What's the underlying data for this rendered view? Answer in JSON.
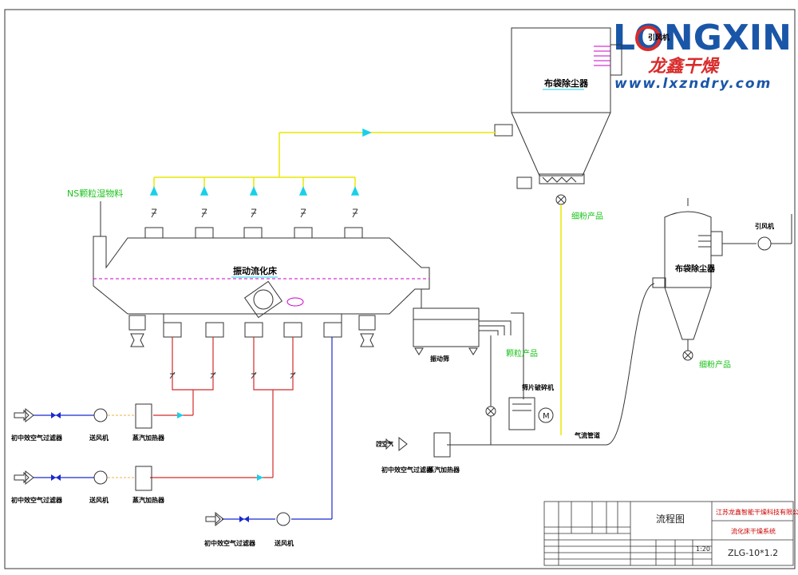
{
  "logo": {
    "brand": "LONGXIN",
    "cn": "龙鑫干燥",
    "url": "www.lxzndry.com",
    "color_blue": "#1a56a8",
    "color_red": "#d92b2b"
  },
  "labels": {
    "bag_filter_top": "布袋除尘器",
    "bag_filter_right": "布袋除尘器",
    "fan_top": "引风机",
    "fan_right": "引风机",
    "feed": "NS颗粒湿物料",
    "fluid_bed": "振动流化床",
    "vib_screen": "振动筛",
    "granule_product": "颗粒产品",
    "crusher": "筛片破碎机",
    "fine_powder_1": "细粉产品",
    "fine_powder_2": "细粉产品",
    "pneumatic": "气流管道",
    "filter_1": "初中效空气过滤器",
    "filter_2": "初中效空气过滤器",
    "filter_3": "初中效空气过滤器",
    "filter_4": "初中效空气过滤器",
    "blower_1": "送风机",
    "blower_2": "送风机",
    "blower_3": "送风机",
    "heater_1": "蒸汽加热器",
    "heater_2": "蒸汽加热器",
    "heater_3": "蒸汽加热器",
    "cold_air": "冷空气"
  },
  "title_block": {
    "company": "江苏龙鑫智能干燥科技有限公司",
    "system": "流化床干燥系统",
    "drawing": "流程图",
    "code": "ZLG-10*1.2",
    "scale": "1:20"
  },
  "colors": {
    "yellow_duct": "#e8e800",
    "cyan_arrow": "#19d0e8",
    "red_line": "#d42a2a",
    "blue_line": "#1a2ad0",
    "green_text": "#19c219",
    "magenta": "#cc00cc"
  }
}
